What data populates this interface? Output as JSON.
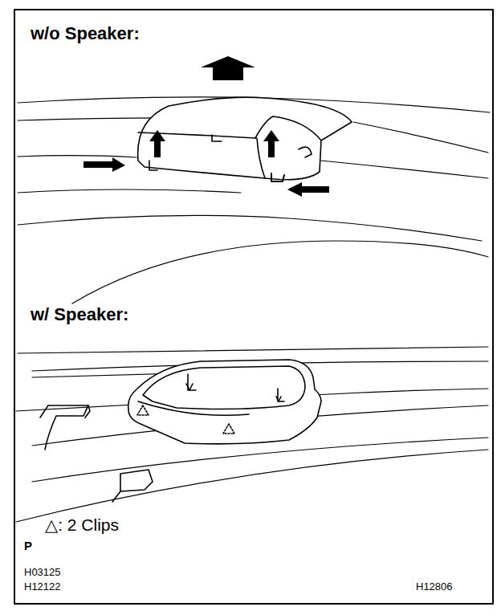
{
  "diagram": {
    "labels": [
      "w/o Speaker:",
      "w/ Speaker:",
      "△: 2 Clips",
      "P",
      "H03125",
      "H12122",
      "H12806"
    ]
  }
}
